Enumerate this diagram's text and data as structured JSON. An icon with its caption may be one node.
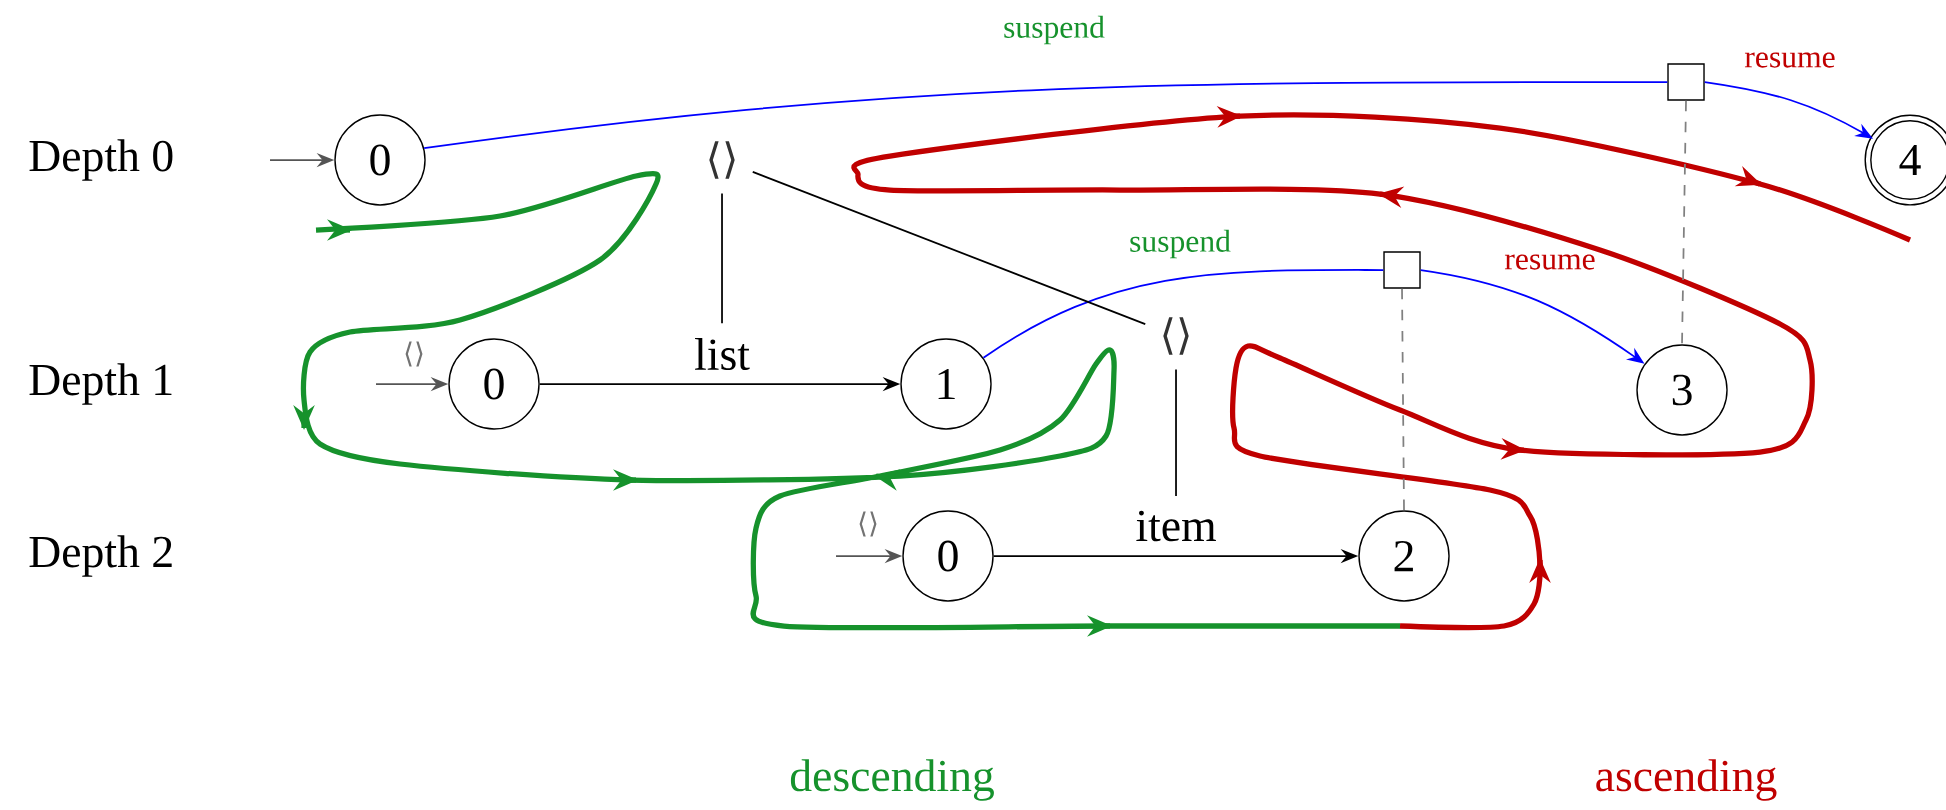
{
  "diagram": {
    "nodes": [
      {
        "text": [
          "0"
        ]
      },
      {
        "text": [
          "4"
        ]
      },
      {
        "text": [
          "⟨⟩"
        ]
      },
      {
        "text": [
          "list"
        ]
      },
      {
        "text": [
          "⟨⟩"
        ]
      },
      {
        "text": [
          "item"
        ]
      },
      {
        "text": [
          "0"
        ]
      },
      {
        "text": [
          "1"
        ]
      },
      {
        "text": [
          "3"
        ]
      },
      {
        "text": [
          "0"
        ]
      },
      {
        "text": [
          "2"
        ]
      },
      {
        "text": [],
        "shape": "box"
      },
      {
        "text": [],
        "shape": "box"
      }
    ],
    "edges": [
      {
        "from": null,
        "to": 0,
        "arrow": "to",
        "color": "#555555"
      },
      {
        "from": null,
        "to": 6,
        "arrow": "to",
        "label": "⟨⟩",
        "color": "#555555"
      },
      {
        "from": null,
        "to": 9,
        "arrow": "to",
        "label": "⟨⟩",
        "color": "#555555"
      },
      {
        "from": 6,
        "to": 7,
        "arrow": "to"
      },
      {
        "from": 9,
        "to": 10,
        "arrow": "to"
      },
      {
        "from": 0,
        "to": 11,
        "arrow": "none",
        "label": "suspend",
        "color": "#0000ff"
      },
      {
        "from": 11,
        "to": 1,
        "arrow": "to",
        "label": "resume",
        "color": "#0000ff"
      },
      {
        "from": 7,
        "to": 12,
        "arrow": "none",
        "label": "suspend",
        "color": "#0000ff"
      },
      {
        "from": 12,
        "to": 8,
        "arrow": "to",
        "label": "resume",
        "color": "#0000ff"
      },
      {
        "from": 11,
        "to": 8,
        "arrow": "none",
        "style": "dashed",
        "color": "#808080"
      },
      {
        "from": 12,
        "to": 10,
        "arrow": "none",
        "style": "dashed",
        "color": "#808080"
      },
      {
        "from": 2,
        "to": 3,
        "arrow": "none"
      },
      {
        "from": 2,
        "to": 4,
        "arrow": "none"
      },
      {
        "from": 4,
        "to": 5,
        "arrow": "none"
      }
    ],
    "labels": [
      "Depth 0",
      "Depth 1",
      "Depth 2",
      "descending",
      "ascending"
    ]
  }
}
